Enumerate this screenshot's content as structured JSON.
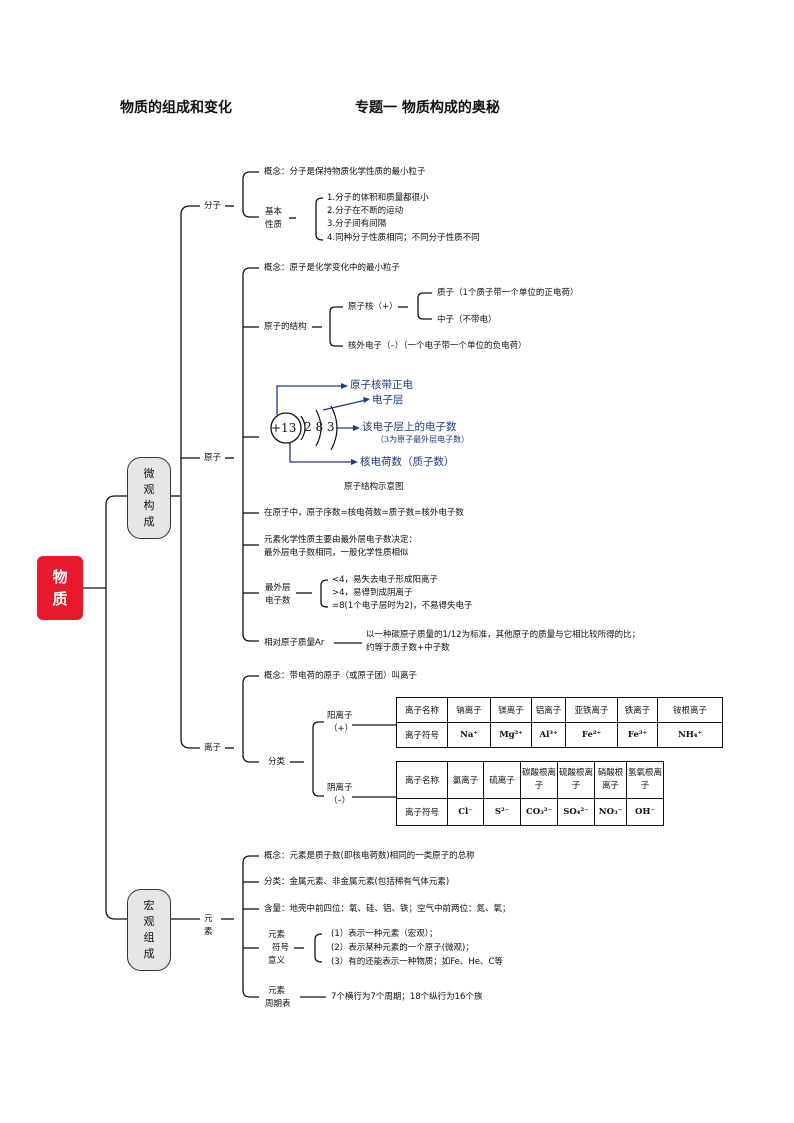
{
  "header": {
    "left": "物质的组成和变化",
    "right": "专题一   物质构成的奥秘"
  },
  "root": {
    "label": [
      "物",
      "质"
    ]
  },
  "micro": {
    "label": [
      "微",
      "观",
      "构",
      "成"
    ]
  },
  "macro": {
    "label": [
      "宏",
      "观",
      "组",
      "成"
    ]
  },
  "molecule": {
    "title": "分子",
    "concept": "概念：分子是保持物质化学性质的最小粒子",
    "props_label": [
      "基本",
      "性质"
    ],
    "props": [
      "1.分子的体积和质量都很小",
      "2.分子在不断的运动",
      "3.分子间有间隔",
      "4.同种分子性质相同；不同分子性质不同"
    ]
  },
  "atom": {
    "title": "原子",
    "concept": "概念：原子是化学变化中的最小粒子",
    "structure_label": "原子的结构",
    "nucleus": "原子核（+）",
    "proton": "质子（1个质子带一个单位的正电荷）",
    "neutron": "中子（不带电）",
    "electron": "核外电子（–）（一个电子带一个单位的负电荷）",
    "diagram": {
      "nucleus_charge": "+13",
      "shells": "2 8 3",
      "ann_nucleus": "原子核带正电",
      "ann_layer": "电子层",
      "ann_count": "该电子层上的电子数",
      "ann_count_sub": "（3为原子最外层电子数）",
      "ann_charge": "核电荷数（质子数）",
      "caption": "原子结构示意图"
    },
    "equality": "在原子中，原子序数=核电荷数=质子数=核外电子数",
    "chem_prop": [
      "元素化学性质主要由最外层电子数决定：",
      "最外层电子数相同，一般化学性质相似"
    ],
    "outer_label": [
      "最外层",
      "电子数"
    ],
    "outer_rules": [
      "<4，易失去电子形成阳离子",
      ">4，易得到成阴离子",
      "=8(1个电子层时为2)，不易得失电子"
    ],
    "mass_label": "相对原子质量Ar",
    "mass_text": [
      "以一种碳原子质量的1/12为标准，其他原子的质量与它相比较所得的比；",
      "约等于质子数+中子数"
    ]
  },
  "ion": {
    "title": "离子",
    "concept": "概念：带电荷的原子（或原子团）叫离子",
    "class_label": "分类",
    "cation_label": [
      "阳离子",
      "（+）"
    ],
    "anion_label": [
      "阴离子",
      "（–）"
    ],
    "cation_table": {
      "names": [
        "离子名称",
        "钠离子",
        "镁离子",
        "铝离子",
        "亚铁离子",
        "铁离子",
        "铵根离子"
      ],
      "symbols": [
        "离子符号",
        "Na⁺",
        "Mg²⁺",
        "Al³⁺",
        "Fe²⁺",
        "Fe³⁺",
        "NH₄⁺"
      ]
    },
    "anion_table": {
      "names": [
        "离子名称",
        "氯离子",
        "硫离子",
        "碳酸根离子",
        "硫酸根离子",
        "硝酸根离子",
        "氢氧根离子"
      ],
      "symbols": [
        "离子符号",
        "Cl⁻",
        "S²⁻",
        "CO₃²⁻",
        "SO₄²⁻",
        "NO₃⁻",
        "OH⁻"
      ]
    }
  },
  "element": {
    "title": [
      "元",
      "素"
    ],
    "concept": "概念：元素是质子数(即核电荷数)相同的一类原子的总称",
    "classify": "分类：金属元素、非金属元素(包括稀有气体元素)",
    "content": "含量：地壳中前四位：氧、硅、铝、铁；空气中前两位：氮、氧；",
    "symbol_label": [
      "元素",
      "符号",
      "意义"
    ],
    "symbol_meaning": [
      "(1）表示一种元素（宏观）；",
      "(2）表示某种元素的一个原子(微观)；",
      "(3）有的还能表示一种物质；如Fe、He、C等"
    ],
    "table_label": [
      "元素",
      "周期表"
    ],
    "table_text": "7个横行为7个周期；18个纵行为16个族"
  }
}
